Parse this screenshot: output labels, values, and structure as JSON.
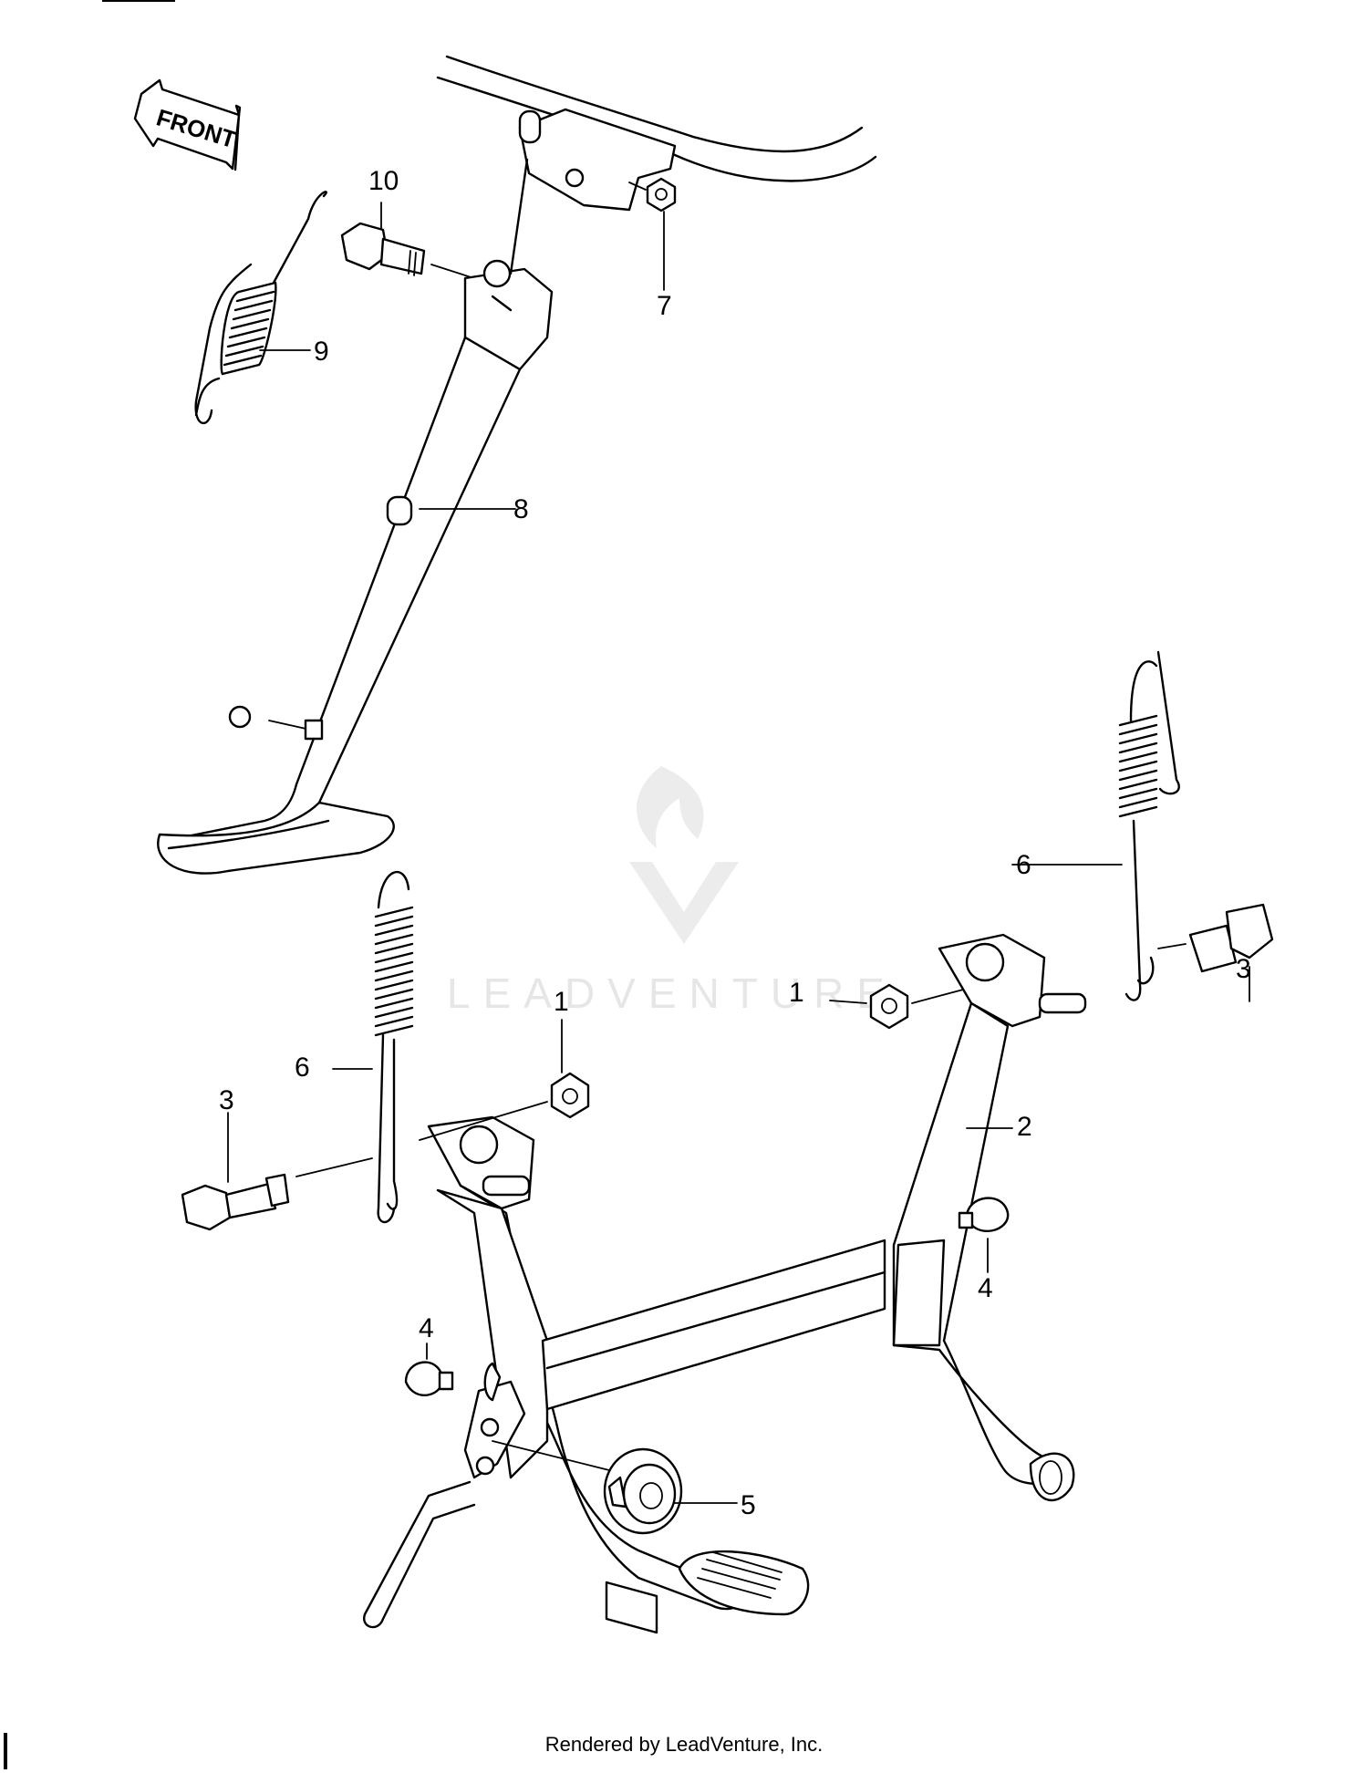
{
  "orientation_label": "FRONT",
  "watermark": "LEADVENTURE",
  "footer": "Rendered by LeadVenture, Inc.",
  "callouts": [
    "10",
    "7",
    "9",
    "8",
    "6",
    "3",
    "1",
    "1",
    "2",
    "6",
    "3",
    "4",
    "4",
    "5"
  ],
  "colors": {
    "ink": "#000000",
    "background": "#ffffff",
    "watermark": "#e6e6e6"
  }
}
